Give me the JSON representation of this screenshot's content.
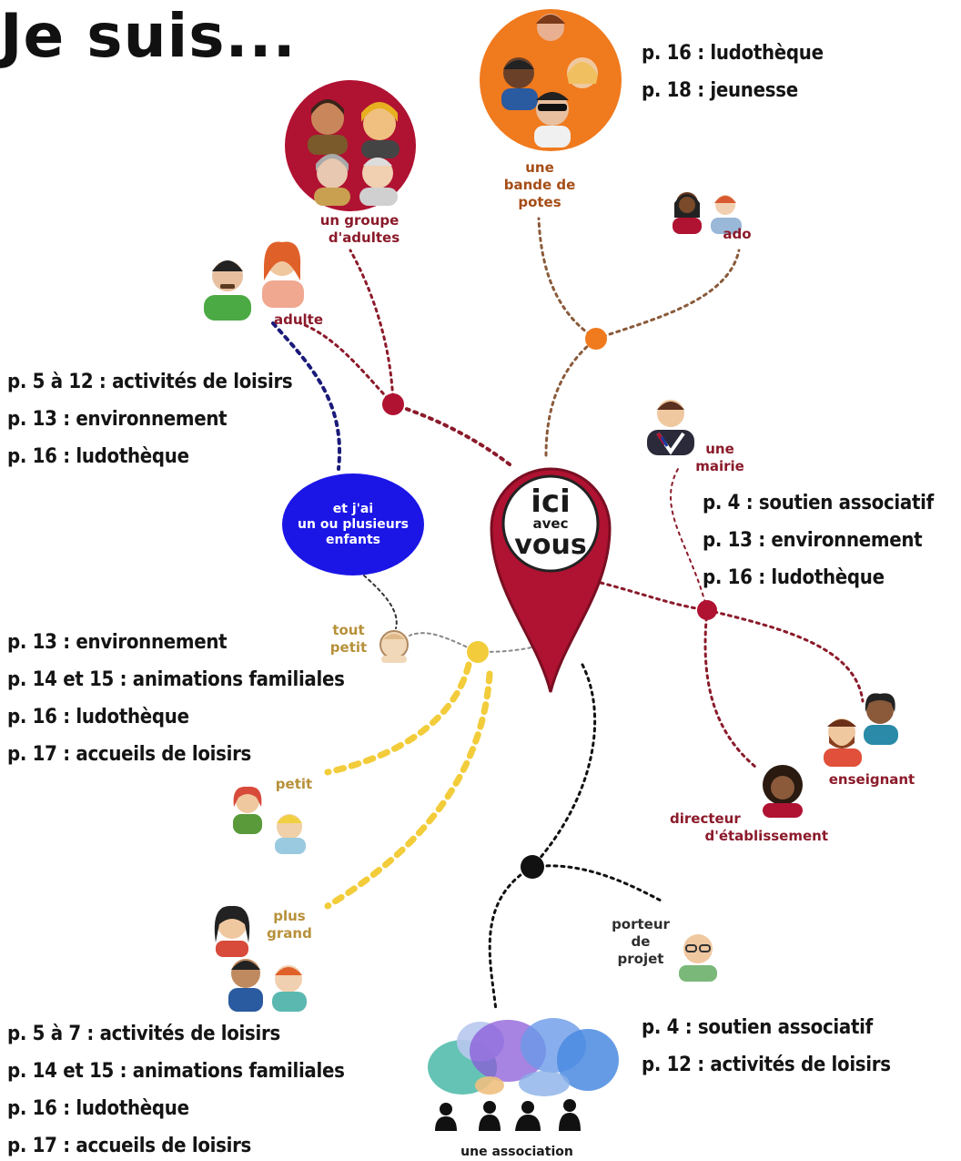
{
  "title": "Je suis...",
  "center": {
    "line1": "ici",
    "line2": "avec",
    "line3": "vous"
  },
  "nodes": {
    "groupe_adultes": [
      "un groupe",
      "d'adultes"
    ],
    "bande_potes": [
      "une",
      "bande de",
      "potes"
    ],
    "ado": "ado",
    "adulte": "adulte",
    "enfants": [
      "et j'ai",
      "un ou plusieurs",
      "enfants"
    ],
    "tout_petit": [
      "tout",
      "petit"
    ],
    "petit": "petit",
    "plus_grand": [
      "plus",
      "grand"
    ],
    "mairie": [
      "une",
      "mairie"
    ],
    "enseignant": "enseignant",
    "directeur": [
      "directeur",
      "d'établissement"
    ],
    "porteur": [
      "porteur",
      "de",
      "projet"
    ],
    "association": "une association"
  },
  "page_lists": {
    "top_right": [
      "p. 16 : ludothèque",
      "p. 18 : jeunesse"
    ],
    "left_upper": [
      "p. 5 à 12 : activités de loisirs",
      "p. 13 : environnement",
      "p. 16 : ludothèque"
    ],
    "right_middle": [
      "p. 4 : soutien associatif",
      "p. 13 : environnement",
      "p. 16 : ludothèque"
    ],
    "left_middle": [
      "p. 13 : environnement",
      "p. 14 et 15 : animations familiales",
      "p. 16 : ludothèque",
      "p. 17 : accueils de loisirs"
    ],
    "left_bottom": [
      "p. 5 à 7 : activités de loisirs",
      "p. 14 et 15 : animations familiales",
      "p. 16 : ludothèque",
      "p. 17 : accueils de loisirs"
    ],
    "right_bottom": [
      "p. 4 : soutien associatif",
      "p. 12 : activités de loisirs"
    ]
  },
  "colors": {
    "crimson": "#b01232",
    "orange": "#f07a1e",
    "gold": "#f2cc3a",
    "navy": "#1a1a7a",
    "black": "#111111",
    "blue_bubble": "#1b16e6"
  },
  "icons": [
    "people-group-icon",
    "teen-group-icon",
    "teen-pair-icon",
    "adult-pair-icon",
    "toddler-icon",
    "child-pair-icon",
    "older-child-group-icon",
    "official-icon",
    "teacher-pair-icon",
    "director-icon",
    "project-holder-icon",
    "speech-bubbles-icon",
    "location-pin-icon"
  ]
}
